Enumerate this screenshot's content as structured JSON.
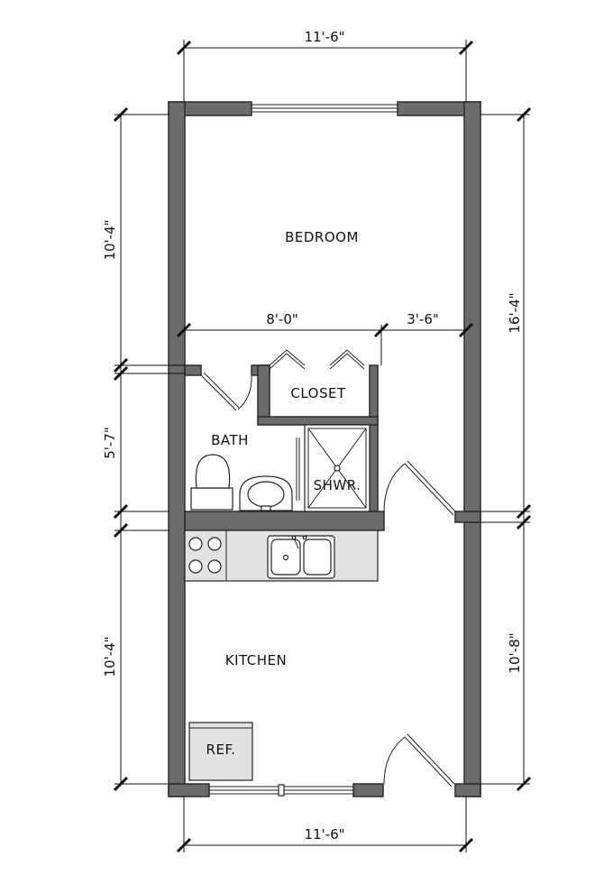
{
  "rooms": {
    "bedroom": "BEDROOM",
    "closet": "CLOSET",
    "bath": "BATH",
    "shower": "SHWR.",
    "kitchen": "KITCHEN",
    "refrigerator": "REF."
  },
  "dimensions": {
    "top_width": "11'-6\"",
    "bottom_width": "11'-6\"",
    "left_bedroom": "10'-4\"",
    "left_bath": "5'-7\"",
    "left_kitchen": "10'-4\"",
    "right_upper": "16'-4\"",
    "right_lower": "10'-8\"",
    "inner_left": "8'-0\"",
    "inner_right": "3'-6\""
  }
}
